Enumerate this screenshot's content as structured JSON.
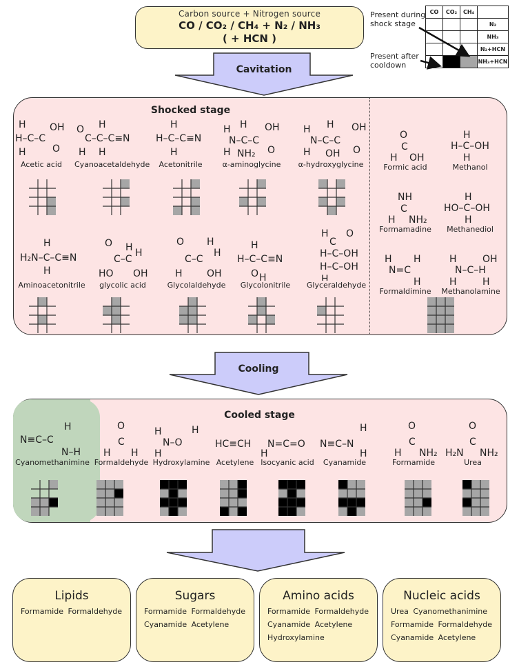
{
  "source": {
    "line1": "Carbon source   +   Nitrogen source",
    "line2": "CO / CO₂ / CH₄ + N₂ / NH₃",
    "line3": "( + HCN )"
  },
  "legend": {
    "shock_label_1": "Present during",
    "shock_label_2": "shock stage",
    "cool_label_1": "Present after",
    "cool_label_2": "cooldown",
    "headers": [
      "CO",
      "CO₂",
      "CH₄",
      ""
    ],
    "rows": [
      "N₂",
      "NH₃",
      "N₂+HCN",
      "NH₃+HCN"
    ],
    "colors": {
      "shock": "#a6a6a6",
      "cooled": "#000000",
      "none": "#ffffff"
    }
  },
  "arrows": {
    "cavitation": "Cavitation",
    "cooling": "Cooling",
    "fill": "#ccccfa"
  },
  "shocked": {
    "title": "Shocked stage",
    "molecules": [
      {
        "name": "Acetic acid",
        "grid": [
          "....",
          "....",
          "..S.",
          "..S."
        ]
      },
      {
        "name": "Cyanoacetaldehyde",
        "grid": [
          "..S.",
          "....",
          "..S.",
          "...."
        ]
      },
      {
        "name": "Acetonitrile",
        "grid": [
          "..S.",
          "....",
          "..S.",
          "S.S."
        ]
      },
      {
        "name": "α-aminoglycine",
        "grid": [
          "..S.",
          "....",
          "S.S.",
          "...."
        ]
      },
      {
        "name": "α-hydroxyglycine",
        "grid": [
          "S.S.",
          "....",
          "S.S.",
          ".S.."
        ]
      },
      {
        "name": "Aminoacetonitrile",
        "grid": [
          ".S..",
          "....",
          ".S..",
          "...."
        ]
      },
      {
        "name": "glycolic acid",
        "grid": [
          ".S..",
          "SS..",
          ".S..",
          "...."
        ]
      },
      {
        "name": "Glycolaldehyde",
        "grid": [
          ".S..",
          "SS..",
          "SS..",
          "...."
        ]
      },
      {
        "name": "Glycolonitrile",
        "grid": [
          ".S..",
          ".S..",
          "S.S.",
          "...."
        ]
      },
      {
        "name": "Glyceraldehyde",
        "grid": [
          "....",
          "S...",
          "....",
          "...."
        ]
      }
    ],
    "side_molecules": [
      {
        "name": "Formic acid"
      },
      {
        "name": "Methanol"
      },
      {
        "name": "Formamadine"
      },
      {
        "name": "Methanediol"
      },
      {
        "name": "Formaldimine"
      },
      {
        "name": "Methanolamine"
      }
    ],
    "side_grid": [
      "SSS",
      "SSS",
      "SSS",
      "SSS"
    ]
  },
  "cooled": {
    "title": "Cooled stage",
    "molecules": [
      {
        "name": "Cyanomethanimine",
        "grid": [
          "..S",
          "...",
          "SSB",
          "SS."
        ]
      },
      {
        "name": "Formaldehyde",
        "grid": [
          "SSS",
          "SSB",
          "SSS",
          "SSS"
        ]
      },
      {
        "name": "Hydroxylamine",
        "grid": [
          "BBB",
          "SBS",
          "BBB",
          "SBS"
        ]
      },
      {
        "name": "Acetylene",
        "grid": [
          "SSB",
          "SSB",
          "SSS",
          "BSB"
        ]
      },
      {
        "name": "Isocyanic acid",
        "grid": [
          "BBB",
          "SBS",
          "BBB",
          "BBS"
        ]
      },
      {
        "name": "Cyanamide",
        "grid": [
          "BSS",
          "SSS",
          "BBB",
          "SBS"
        ]
      },
      {
        "name": "Formamide",
        "grid": [
          "SSS",
          "SSS",
          "SSB",
          "SSS"
        ]
      },
      {
        "name": "Urea",
        "grid": [
          "BSS",
          "SSS",
          "BSS",
          "SSS"
        ]
      }
    ]
  },
  "products": [
    {
      "title": "Lipids",
      "lines": [
        "Formamide  Formaldehyde"
      ]
    },
    {
      "title": "Sugars",
      "lines": [
        "Formamide  Formaldehyde",
        "Cyanamide  Acetylene"
      ]
    },
    {
      "title": "Amino acids",
      "lines": [
        "Formamide  Formaldehyde",
        "Cyanamide  Acetylene",
        "Hydroxylamine"
      ]
    },
    {
      "title": "Nucleic acids",
      "lines": [
        "Urea  Cyanomethanimine",
        "Formamide  Formaldehyde",
        "Cyanamide  Acetylene"
      ]
    }
  ]
}
